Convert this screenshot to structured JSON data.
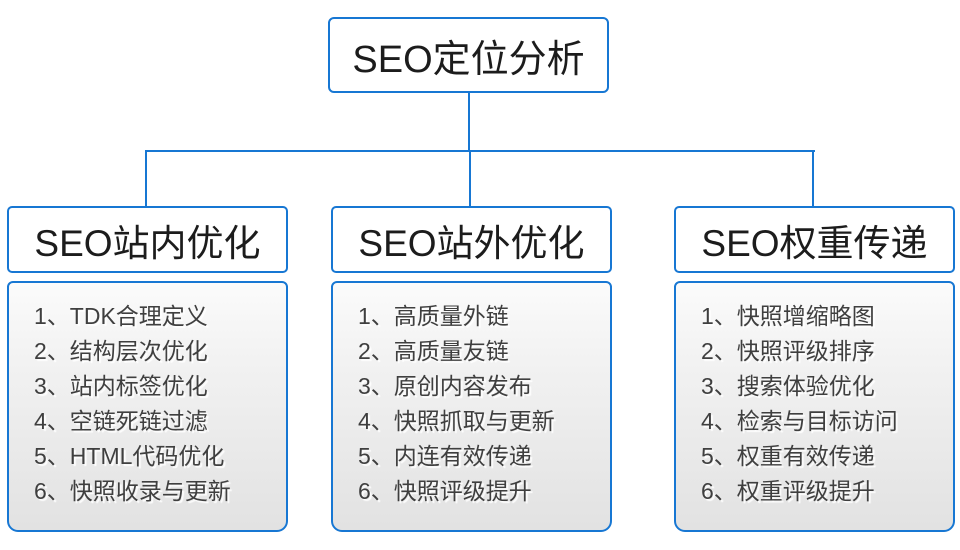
{
  "colors": {
    "line_blue": "#1777d3",
    "node_background": "#ffffff",
    "list_gradient_top": "#fbfbfb",
    "list_gradient_bottom": "#e2e2e2",
    "header_text": "#1c1c1c",
    "item_text": "#3f3f3f"
  },
  "diagram": {
    "root": {
      "title": "SEO定位分析"
    },
    "columns": [
      {
        "title": "SEO站内优化",
        "items": [
          "1、TDK合理定义",
          "2、结构层次优化",
          "3、站内标签优化",
          "4、空链死链过滤",
          "5、HTML代码优化",
          "6、快照收录与更新"
        ]
      },
      {
        "title": "SEO站外优化",
        "items": [
          "1、高质量外链",
          "2、高质量友链",
          "3、原创内容发布",
          "4、快照抓取与更新",
          "5、内连有效传递",
          "6、快照评级提升"
        ]
      },
      {
        "title": "SEO权重传递",
        "items": [
          "1、快照增缩略图",
          "2、快照评级排序",
          "3、搜索体验优化",
          "4、检索与目标访问",
          "5、权重有效传递",
          "6、权重评级提升"
        ]
      }
    ]
  }
}
